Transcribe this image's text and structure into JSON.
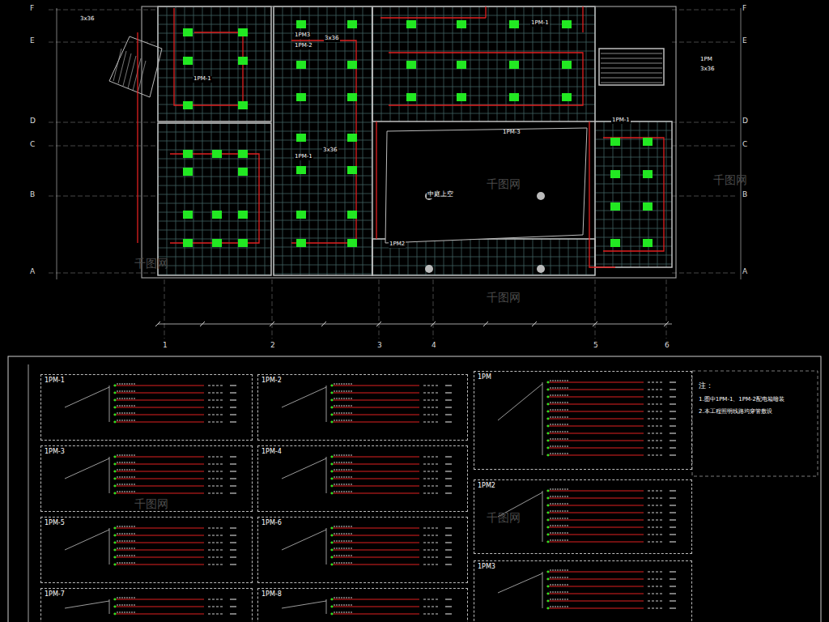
{
  "diagram": {
    "nodes": [
      {
        "text": [
          "1PM-1"
        ]
      },
      {
        "text": [
          "1PM-2"
        ]
      },
      {
        "text": [
          "1PM-3"
        ]
      },
      {
        "text": [
          "1PM-4"
        ]
      },
      {
        "text": [
          "1PM-5"
        ]
      },
      {
        "text": [
          "1PM-6"
        ]
      },
      {
        "text": [
          "1PM-7"
        ]
      },
      {
        "text": [
          "1PM-8"
        ]
      },
      {
        "text": [
          "1PM"
        ]
      },
      {
        "text": [
          "1PM2"
        ]
      },
      {
        "text": [
          "1PM3"
        ]
      }
    ],
    "labels": [
      "F",
      "E",
      "D",
      "C",
      "B",
      "A",
      "F",
      "E",
      "D",
      "C",
      "B",
      "A",
      "1",
      "2",
      "3",
      "4",
      "5",
      "6",
      "3x36",
      "1PM3",
      "1PM-2",
      "1PM-1",
      "1PM-1",
      "3x36",
      "3x36",
      "1PM2",
      "中庭上空",
      "1PM-1",
      "1PM-3",
      "1PM-1",
      "1PM",
      "3x36",
      "注：",
      "1.图中1PM-1、1PM-2配电箱暗装",
      "2.本工程照明线路均穿管敷设",
      "千图网",
      "千图网",
      "千图网",
      "千图网",
      "千图网",
      "千图网"
    ]
  }
}
